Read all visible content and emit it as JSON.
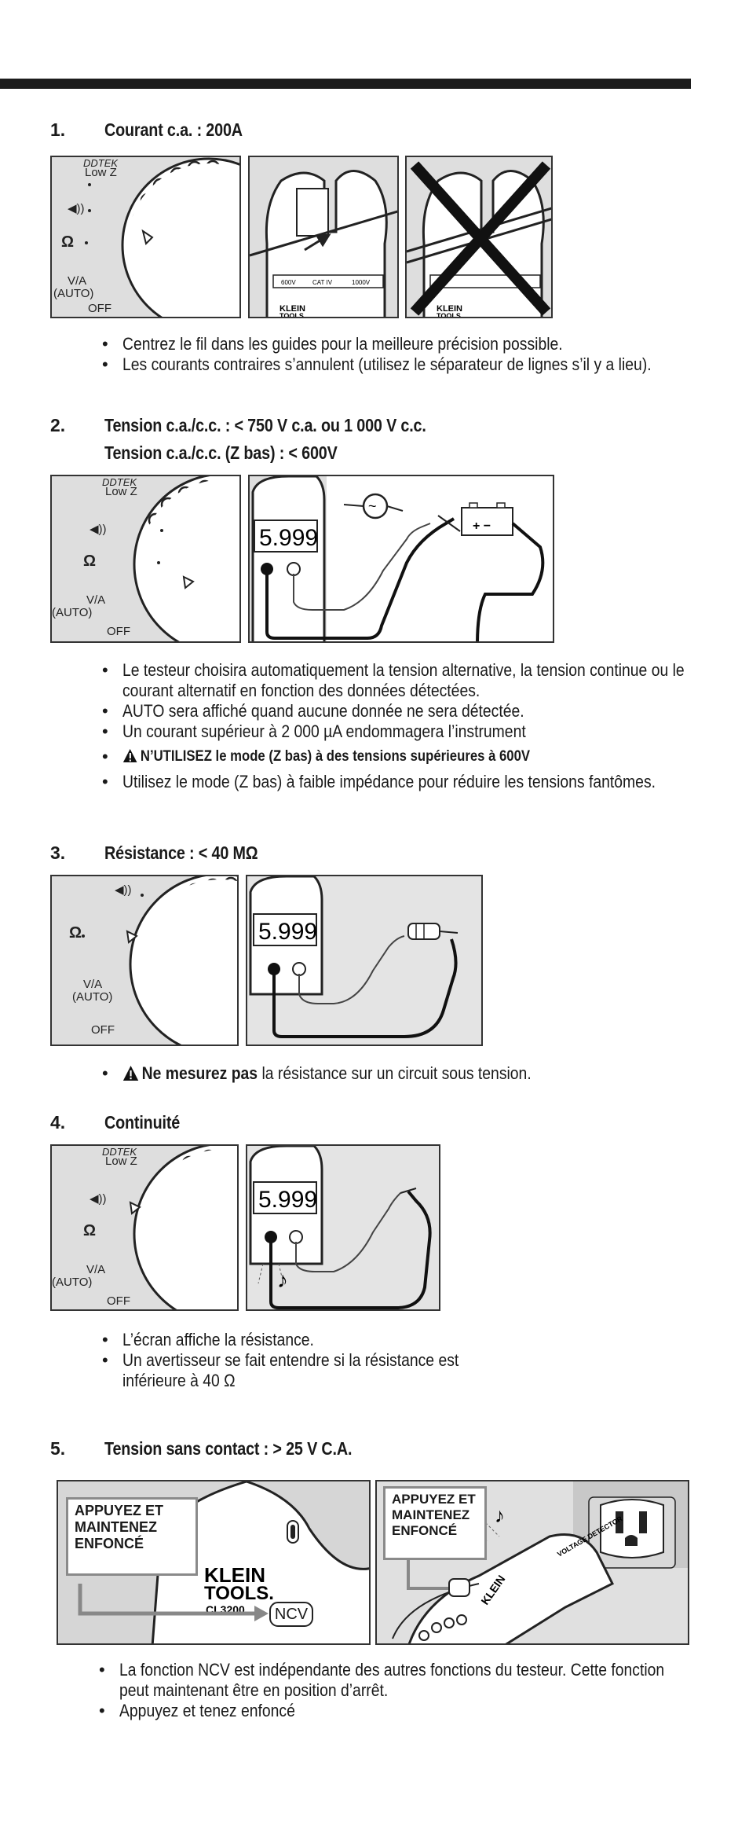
{
  "sections": [
    {
      "number": "1.",
      "title": "Courant c.a. : 200A",
      "dial": {
        "dtek": "DDTEK",
        "lowz": "Low Z",
        "ohm": "Ω",
        "va": "V/A",
        "auto": "(AUTO)",
        "off": "OFF"
      },
      "meter": {
        "brand": "KLEIN",
        "brand2": "TOOLS.",
        "cat1": "600V",
        "cat2": "CAT IV",
        "cat3": "1000V"
      },
      "bullets": [
        "Centrez le fil dans les guides pour la meilleure précision possible.",
        "Les courants contraires s’annulent (utilisez le séparateur de lignes s’il y a lieu)."
      ]
    },
    {
      "number": "2.",
      "title": "Tension c.a./c.c. : < 750 V c.a. ou 1 000 V c.c.",
      "title2": "Tension c.a./c.c. (Z bas) : < 600V",
      "dial": {
        "dtek": "DDTEK",
        "lowz": "Low Z",
        "ohm": "Ω",
        "va": "V/A",
        "auto": "(AUTO)",
        "off": "OFF"
      },
      "display": "5.999",
      "battery": "+ −",
      "bullets": [
        "Le testeur choisira automatiquement la tension alternative, la tension continue ou le courant alternatif en fonction des données détectées.",
        "AUTO sera affiché quand aucune donnée ne sera détectée.",
        "Un courant supérieur à 2 000 µA endommagera l’instrument",
        "N’UTILISEZ le mode (Z bas) à des tensions supérieures à 600V",
        "Utilisez le mode (Z bas) à faible impédance pour réduire les tensions fantômes."
      ]
    },
    {
      "number": "3.",
      "title": "Résistance :  < 40 MΩ",
      "dial": {
        "ohm": "Ω",
        "va": "V/A",
        "auto": "(AUTO)",
        "off": "OFF"
      },
      "display": "5.999",
      "warn_bold": "Ne mesurez pas",
      "warn_rest": " la résistance sur un circuit sous tension."
    },
    {
      "number": "4.",
      "title": "Continuité",
      "dial": {
        "dtek": "DDTEK",
        "lowz": "Low Z",
        "ohm": "Ω",
        "va": "V/A",
        "auto": "(AUTO)",
        "off": "OFF"
      },
      "display": "5.999",
      "bullets": [
        "L’écran affiche la résistance.",
        "Un avertisseur se fait entendre si la résistance est inférieure à 40 Ω"
      ]
    },
    {
      "number": "5.",
      "title": "Tension sans contact : > 25 V C.A.",
      "callout1": "APPUYEZ ET MAINTENEZ ENFONCÉ",
      "callout2": "APPUYEZ ET MAINTENEZ ENFONCÉ",
      "brand": "KLEIN",
      "brand2": "TOOLS.",
      "model": "CL3200",
      "ncv": "NCV",
      "voltage_detector": "VOLTAGE DETECTOR",
      "bullets": [
        "La fonction NCV est indépendante des autres fonctions du testeur. Cette fonction peut maintenant être en position d’arrêt.",
        "Appuyez et tenez enfoncé"
      ]
    }
  ]
}
